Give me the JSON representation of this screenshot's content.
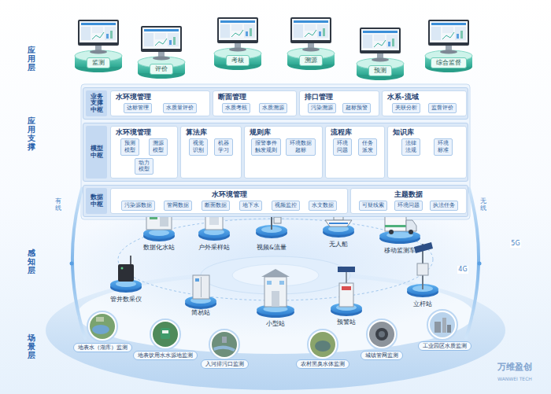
{
  "diagram": {
    "nodes": [
      {
        "text": [
          "监测"
        ]
      },
      {
        "text": [
          "评价"
        ]
      },
      {
        "text": [
          "考核"
        ]
      },
      {
        "text": [
          "溯源"
        ]
      },
      {
        "text": [
          "预测"
        ]
      },
      {
        "text": [
          "综合监督"
        ]
      },
      {
        "text": [
          "业务支撑中枢"
        ]
      },
      {
        "text": [
          "水环境管理"
        ],
        "in": 6
      },
      {
        "text": [
          "达标管理"
        ],
        "in": 7
      },
      {
        "text": [
          "水质量评价"
        ],
        "in": 7
      },
      {
        "text": [
          "断面管理"
        ],
        "in": 6
      },
      {
        "text": [
          "水质考核"
        ],
        "in": 10
      },
      {
        "text": [
          "水质溯源"
        ],
        "in": 10
      },
      {
        "text": [
          "排口管理"
        ],
        "in": 6
      },
      {
        "text": [
          "污染溯源"
        ],
        "in": 13
      },
      {
        "text": [
          "超标预警"
        ],
        "in": 13
      },
      {
        "text": [
          "水系-流域"
        ],
        "in": 6
      },
      {
        "text": [
          "关联分析"
        ],
        "in": 16
      },
      {
        "text": [
          "监督评价"
        ],
        "in": 16
      },
      {
        "text": [
          "模型中枢"
        ]
      },
      {
        "text": [
          "水环境管理"
        ],
        "in": 19
      },
      {
        "text": [
          "预测模型"
        ],
        "in": 20
      },
      {
        "text": [
          "溯源模型"
        ],
        "in": 20
      },
      {
        "text": [
          "动力模型"
        ],
        "in": 20
      },
      {
        "text": [
          "算法库"
        ],
        "in": 19
      },
      {
        "text": [
          "视觉识别"
        ],
        "in": 24
      },
      {
        "text": [
          "机器学习"
        ],
        "in": 24
      },
      {
        "text": [
          "规则库"
        ],
        "in": 19
      },
      {
        "text": [
          "报警事件触发规则"
        ],
        "in": 27
      },
      {
        "text": [
          "环境数据超标"
        ],
        "in": 27
      },
      {
        "text": [
          "流程库"
        ],
        "in": 19
      },
      {
        "text": [
          "环境问题"
        ],
        "in": 30
      },
      {
        "text": [
          "任务派发"
        ],
        "in": 30
      },
      {
        "text": [
          "知识库"
        ],
        "in": 19
      },
      {
        "text": [
          "法律法规"
        ],
        "in": 33
      },
      {
        "text": [
          "环境标准"
        ],
        "in": 33
      },
      {
        "text": [
          "数据中枢"
        ]
      },
      {
        "text": [
          "水环境管理"
        ],
        "in": 36
      },
      {
        "text": [
          "污染源数据"
        ],
        "in": 37
      },
      {
        "text": [
          "管网数据"
        ],
        "in": 37
      },
      {
        "text": [
          "断面数据"
        ],
        "in": 37
      },
      {
        "text": [
          "地下水"
        ],
        "in": 37
      },
      {
        "text": [
          "视频监控"
        ],
        "in": 37
      },
      {
        "text": [
          "水文数据"
        ],
        "in": 37
      },
      {
        "text": [
          "主题数据"
        ],
        "in": 36
      },
      {
        "text": [
          "可疑线索"
        ],
        "in": 44
      },
      {
        "text": [
          "环境问题"
        ],
        "in": 44
      },
      {
        "text": [
          "执法任务"
        ],
        "in": 44
      },
      {
        "text": [
          "地表水（湖库）监测"
        ]
      },
      {
        "text": [
          "地表饮用水水源地监测"
        ]
      },
      {
        "text": [
          "入河排污口监测"
        ]
      },
      {
        "text": [
          "农村黑臭水体监测"
        ]
      },
      {
        "text": [
          "城镇管网监测"
        ]
      },
      {
        "text": [
          "工业园区水质监测"
        ]
      }
    ],
    "labels": [
      "应用层",
      "应用支撑",
      "感知层",
      "场景层",
      "有线",
      "无线",
      "5G",
      "4G",
      "户外采样站",
      "视频&流量",
      "无人船",
      "移动监测车",
      "数据化水站",
      "管井数采仪",
      "立杆站",
      "简易站",
      "小型站",
      "预警站",
      "万维盈创",
      "WANWEI TECH"
    ]
  }
}
